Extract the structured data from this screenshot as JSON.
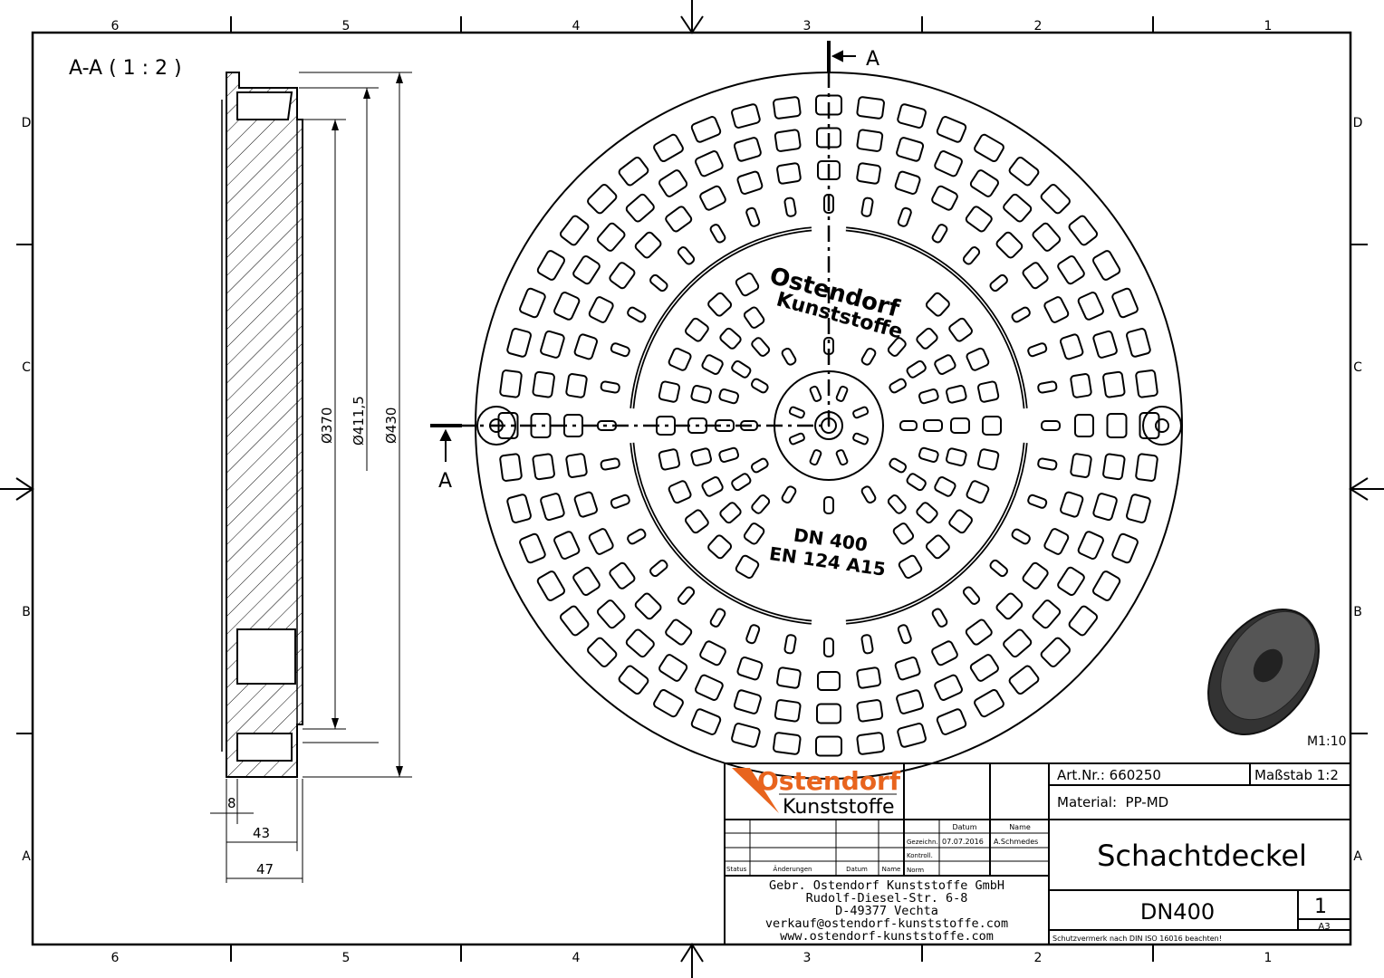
{
  "frame": {
    "columns": [
      "6",
      "5",
      "4",
      "3",
      "2",
      "1"
    ],
    "rows": [
      "D",
      "C",
      "B",
      "A"
    ]
  },
  "section_view": {
    "title": "A-A ( 1 : 2 )",
    "dimensions": {
      "d370": "Ø370",
      "d411": "Ø411,5",
      "d430": "Ø430",
      "w8": "8",
      "w43": "43",
      "w47": "47"
    }
  },
  "plan_view": {
    "section_marker": "A",
    "logo_line1": "Ostendorf",
    "logo_line2": "Kunststoffe",
    "marking_line1": "DN 400",
    "marking_line2": "EN 124 A15"
  },
  "thumbnail": {
    "scale": "M1:10"
  },
  "title_block": {
    "logo_line1": "Ostendorf",
    "logo_line2": "Kunststoffe",
    "brand_color": "#e8641e",
    "art_nr": "Art.Nr.: 660250",
    "scale": "Maßstab 1:2",
    "material": "Material:  PP-MD",
    "headers": {
      "datum": "Datum",
      "name": "Name",
      "status": "Status",
      "aenderungen": "Änderungen",
      "datum2": "Datum",
      "name2": "Name"
    },
    "rows": {
      "gezeichn": "Gezeichn.",
      "kontroll": "Kontroll.",
      "norm": "Norm"
    },
    "drawn_date": "07.07.2016",
    "drawn_by": "A.Schmedes",
    "company": [
      "Gebr. Ostendorf Kunststoffe GmbH",
      "Rudolf-Diesel-Str. 6-8",
      "D-49377 Vechta",
      "verkauf@ostendorf-kunststoffe.com",
      "www.ostendorf-kunststoffe.com"
    ],
    "title": "Schachtdeckel",
    "subtitle": "DN400",
    "sheet": "1",
    "format": "A3",
    "notice": "Schutzvermerk nach DIN ISO 16016 beachten!"
  }
}
